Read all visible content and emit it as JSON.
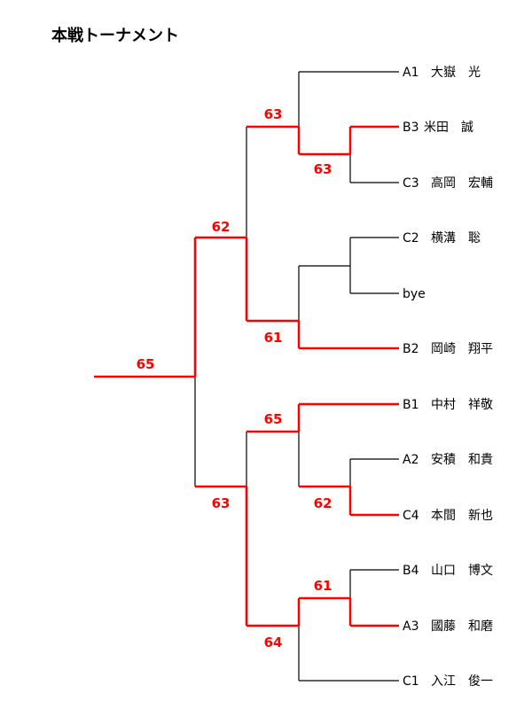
{
  "title": "本戦トーナメント",
  "colors": {
    "winner": "#ff0000",
    "line": "#000000"
  },
  "players": [
    {
      "seed": "A1",
      "name": "大嶽　光"
    },
    {
      "seed": "B3",
      "name": "米田　誠"
    },
    {
      "seed": "C3",
      "name": "高岡　宏輔"
    },
    {
      "seed": "C2",
      "name": "横溝　聡"
    },
    {
      "seed": "",
      "name": "bye"
    },
    {
      "seed": "B2",
      "name": "岡崎　翔平"
    },
    {
      "seed": "B1",
      "name": "中村　祥敬"
    },
    {
      "seed": "A2",
      "name": "安積　和貴"
    },
    {
      "seed": "C4",
      "name": "本間　新也"
    },
    {
      "seed": "B4",
      "name": "山口　博文"
    },
    {
      "seed": "A3",
      "name": "國藤　和磨"
    },
    {
      "seed": "C1",
      "name": "入江　俊一"
    }
  ],
  "scores": {
    "final": "65",
    "semi_top": "62",
    "semi_bottom": "63",
    "qf1": "63",
    "qf1_r1": "63",
    "qf2": "61",
    "qf3": "65",
    "qf3_r1": "62",
    "qf4": "64",
    "qf4_r1": "61"
  }
}
